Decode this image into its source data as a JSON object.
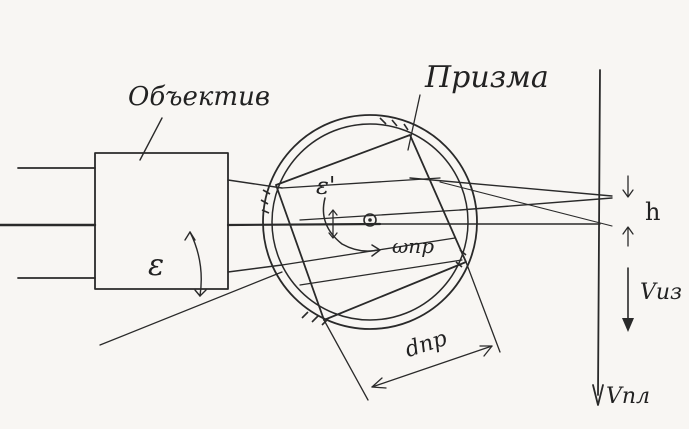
{
  "diagram": {
    "labels": {
      "objective": "Объектив",
      "prism": "Призма",
      "epsilon": "ε",
      "epsilon_prime": "ε'",
      "omega": "ωпр",
      "d": "dпр",
      "h": "h",
      "v_iz": "Vиз",
      "v_pl": "Vпл"
    }
  }
}
